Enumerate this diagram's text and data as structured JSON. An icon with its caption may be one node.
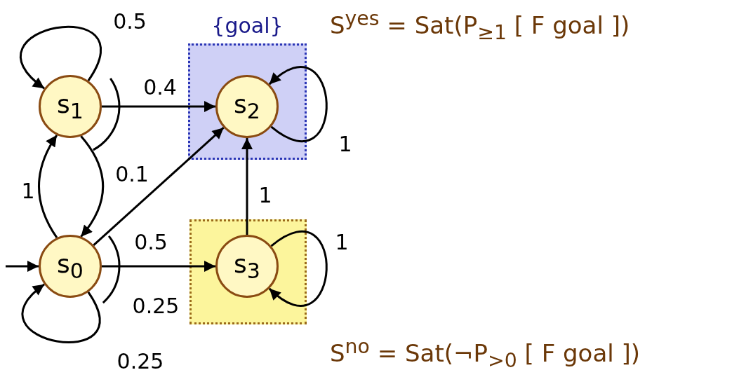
{
  "diagram": {
    "nodes": [
      {
        "text": [
          "s$_{1}$"
        ]
      },
      {
        "text": [
          "{goal}"
        ]
      },
      {
        "text": [
          "s$_{2}$"
        ],
        "in": 1
      },
      {
        "text": [],
        "shape": "box"
      },
      {
        "text": [
          "s$_{3}$"
        ],
        "in": 3
      },
      {
        "text": [
          "s$_{0}$"
        ]
      }
    ],
    "edges": [
      {
        "from": null,
        "to": 5,
        "arrow": "to"
      },
      {
        "from": 0,
        "to": 0,
        "arrow": "to",
        "label": "0.5"
      },
      {
        "from": 0,
        "to": 2,
        "arrow": "to",
        "label": "0.4"
      },
      {
        "from": 0,
        "to": 5,
        "arrow": "to",
        "label": "0.1"
      },
      {
        "from": 5,
        "to": 0,
        "arrow": "to",
        "label": "1"
      },
      {
        "from": 5,
        "to": 2,
        "arrow": "to",
        "label": "0.5"
      },
      {
        "from": 5,
        "to": 4,
        "arrow": "to",
        "label": "0.25"
      },
      {
        "from": 5,
        "to": 5,
        "arrow": "to",
        "label": "0.25"
      },
      {
        "from": 4,
        "to": 2,
        "arrow": "to",
        "label": "1"
      },
      {
        "from": 2,
        "to": 2,
        "arrow": "to",
        "label": "1"
      },
      {
        "from": 4,
        "to": 4,
        "arrow": "to",
        "label": "1"
      }
    ],
    "labels": [
      "S$^{yes}$ = Sat(P$_{≥1}$ [ F goal ])",
      "S$^{no}$ = Sat(¬P$_{>0}$ [ F goal ])"
    ]
  }
}
